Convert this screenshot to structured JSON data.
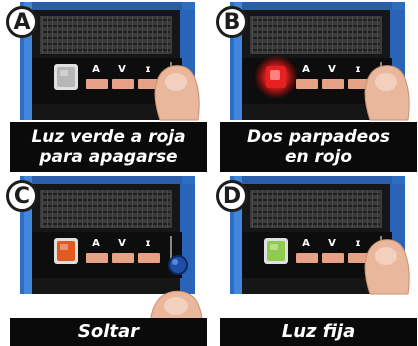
{
  "colors": {
    "device_blue": "#2e6ec2",
    "led_gray": "#b7b7b7",
    "led_red": "#e82020",
    "led_orange": "#e15a22",
    "led_green": "#8fcb4e",
    "button_pink": "#e6a187",
    "button_blue": "#1f4fa8"
  },
  "button_labels": [
    "A",
    "V",
    "ɪ"
  ],
  "panels": [
    {
      "letter": "A",
      "lines": [
        "Luz verde a roja",
        "para apagarse"
      ],
      "led": "gray",
      "finger": "on-third-button"
    },
    {
      "letter": "B",
      "lines": [
        "Dos parpadeos",
        "en rojo"
      ],
      "led": "red-flashing",
      "finger": "on-third-button"
    },
    {
      "letter": "C",
      "lines": [
        "Soltar"
      ],
      "led": "orange",
      "finger": "released",
      "round_button": "blue"
    },
    {
      "letter": "D",
      "lines": [
        "Luz fija"
      ],
      "led": "green",
      "finger": "on-third-button"
    }
  ]
}
